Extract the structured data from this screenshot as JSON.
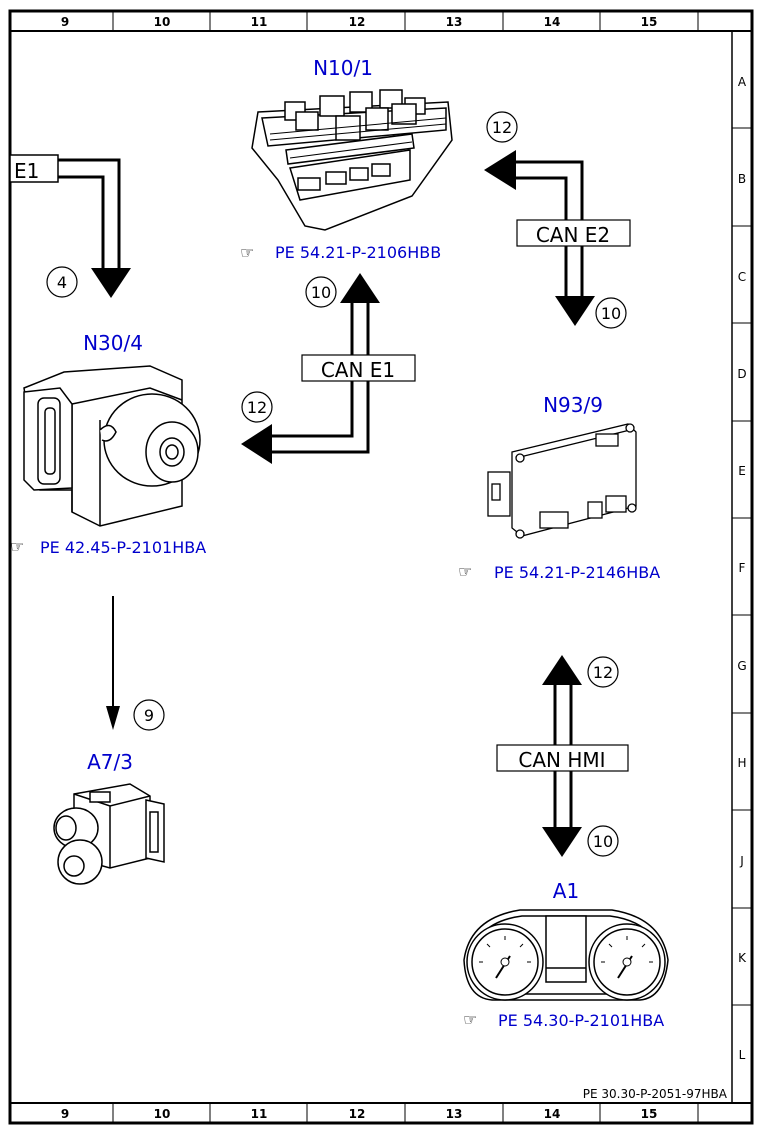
{
  "grid": {
    "columns": [
      "9",
      "10",
      "11",
      "12",
      "13",
      "14",
      "15"
    ],
    "rows": [
      "A",
      "B",
      "C",
      "D",
      "E",
      "F",
      "G",
      "H",
      "J",
      "K",
      "L"
    ]
  },
  "components": {
    "n10_1": {
      "label": "N10/1",
      "ref": "PE 54.21-P-2106HBB"
    },
    "n30_4": {
      "label": "N30/4",
      "ref": "PE 42.45-P-2101HBA"
    },
    "n93_9": {
      "label": "N93/9",
      "ref": "PE 54.21-P-2146HBA"
    },
    "a7_3": {
      "label": "A7/3"
    },
    "a1": {
      "label": "A1",
      "ref": "PE 54.30-P-2101HBA"
    }
  },
  "buses": {
    "can_e1": "CAN E1",
    "can_e2": "CAN E2",
    "can_hmi": "CAN HMI",
    "e1": "E1"
  },
  "markers": {
    "m4": "4",
    "m9": "9",
    "m10_e1": "10",
    "m12_e1": "12",
    "m12_e2": "12",
    "m10_e2": "10",
    "m12_hmi": "12",
    "m10_hmi": "10"
  },
  "doc_ref": "PE 30.30-P-2051-97HBA",
  "colors": {
    "label": "#0000cc",
    "line": "#000000"
  }
}
